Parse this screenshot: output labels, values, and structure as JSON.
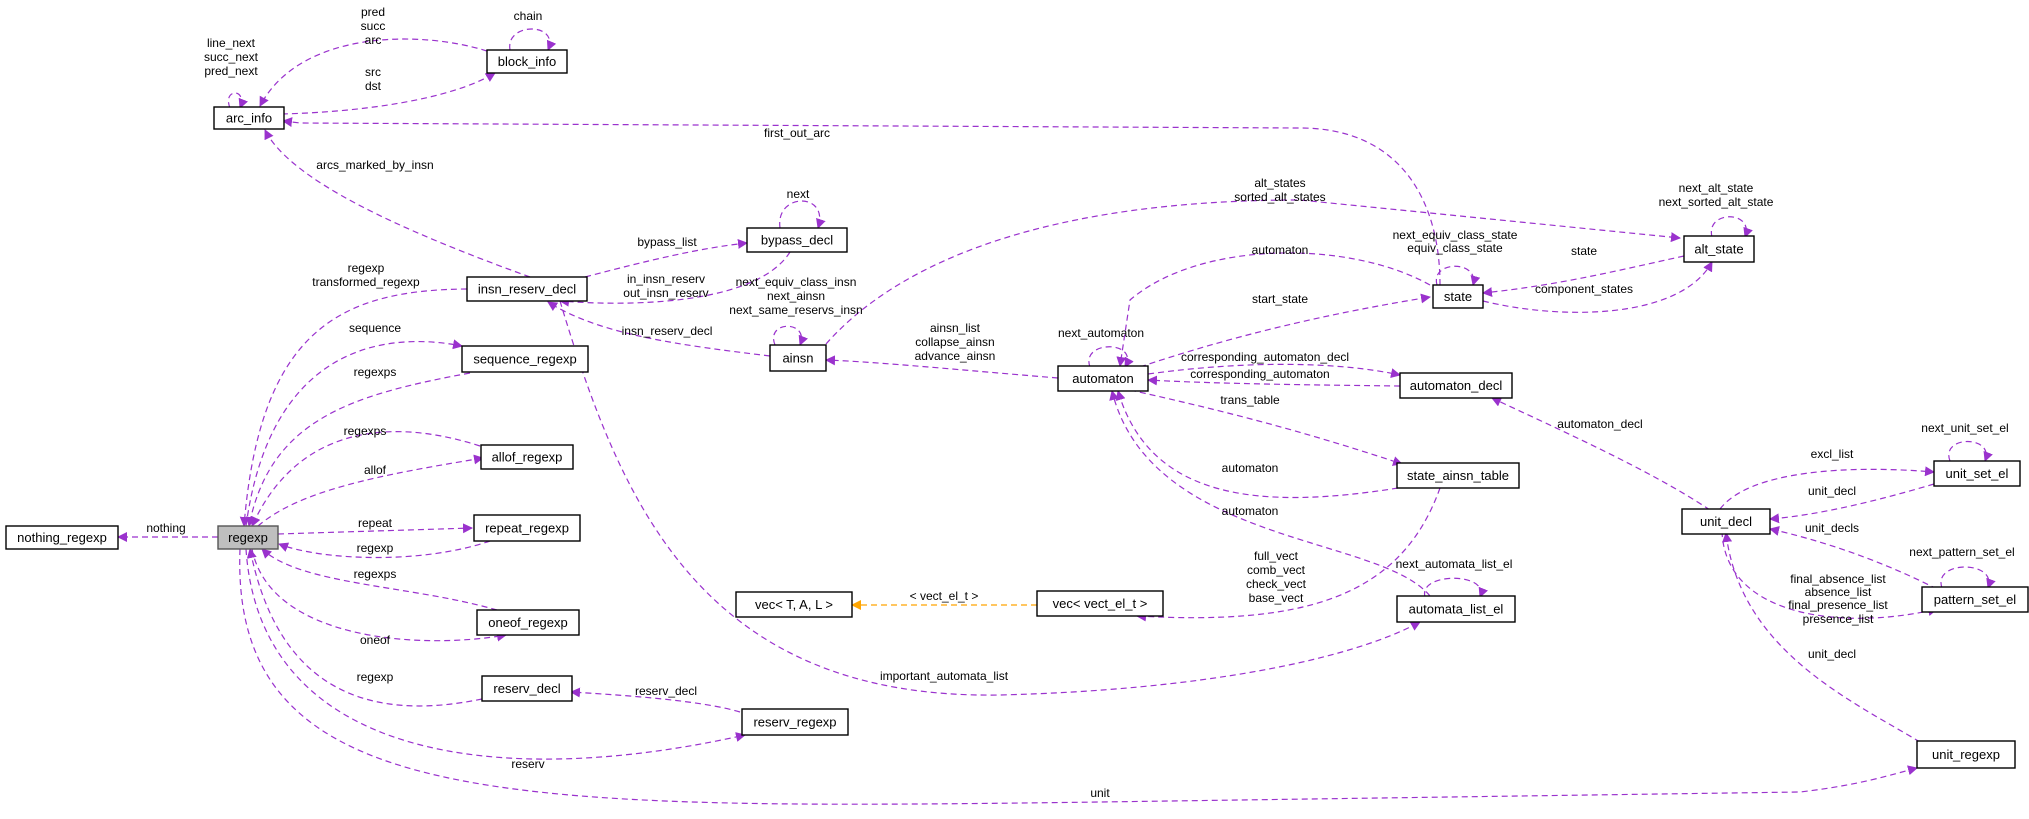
{
  "colors": {
    "usage_edge": "#9a32cd",
    "template_edge": "#ffa500",
    "focus_fill": "#bfbfbf",
    "node_fill": "#ffffff"
  },
  "nodes": {
    "nothing_regexp": "nothing_regexp",
    "regexp": "regexp",
    "arc_info": "arc_info",
    "block_info": "block_info",
    "insn_reserv_decl": "insn_reserv_decl",
    "bypass_decl": "bypass_decl",
    "sequence_regexp": "sequence_regexp",
    "allof_regexp": "allof_regexp",
    "repeat_regexp": "repeat_regexp",
    "oneof_regexp": "oneof_regexp",
    "reserv_decl": "reserv_decl",
    "reserv_regexp": "reserv_regexp",
    "ainsn": "ainsn",
    "automaton": "automaton",
    "state": "state",
    "alt_state": "alt_state",
    "automaton_decl": "automaton_decl",
    "state_ainsn_table": "state_ainsn_table",
    "automata_list_el": "automata_list_el",
    "vec_tal": "vec< T, A, L >",
    "vec_vect": "vec< vect_el_t >",
    "unit_decl": "unit_decl",
    "unit_set_el": "unit_set_el",
    "pattern_set_el": "pattern_set_el",
    "unit_regexp": "unit_regexp"
  },
  "edge_labels": {
    "nothing": "nothing",
    "arc_self": [
      "line_next",
      "succ_next",
      "pred_next"
    ],
    "block_to_arc": [
      "pred",
      "succ",
      "arc"
    ],
    "chain": "chain",
    "arc_to_block": [
      "src",
      "dst"
    ],
    "first_out_arc": "first_out_arc",
    "arcs_marked_by_insn": "arcs_marked_by_insn",
    "insn_to_regexp": [
      "regexp",
      "transformed_regexp"
    ],
    "bypass_list": "bypass_list",
    "next": "next",
    "in_out_reserv": [
      "in_insn_reserv",
      "out_insn_reserv"
    ],
    "sequence": "sequence",
    "regexps_sequence": "regexps",
    "regexps_allof": "regexps",
    "allof": "allof",
    "repeat": "repeat",
    "regexp_repeat": "regexp",
    "regexps_oneof": "regexps",
    "oneof": "oneof",
    "regexp_reserv_decl": "regexp",
    "reserv_decl": "reserv_decl",
    "reserv": "reserv",
    "unit": "unit",
    "alt_states": [
      "alt_states",
      "sorted_alt_states"
    ],
    "ainsn_self": [
      "next_equiv_class_insn",
      "next_ainsn",
      "next_same_reservs_insn"
    ],
    "insn_reserv_decl": "insn_reserv_decl",
    "automaton_to_ainsn": [
      "ainsn_list",
      "collapse_ainsn",
      "advance_ainsn"
    ],
    "next_automaton": "next_automaton",
    "state_to_automaton": "automaton",
    "start_state": "start_state",
    "state_self": [
      "next_equiv_class_state",
      "equiv_class_state"
    ],
    "alt_state_to_state": "state",
    "component_states": "component_states",
    "alt_state_self": [
      "next_alt_state",
      "next_sorted_alt_state"
    ],
    "corresponding_automaton_decl": "corresponding_automaton_decl",
    "corresponding_automaton": "corresponding_automaton",
    "trans_table": "trans_table",
    "table_to_automaton": "automaton",
    "list_el_to_automaton": "automaton",
    "vects": [
      "full_vect",
      "comb_vect",
      "check_vect",
      "base_vect"
    ],
    "next_automata_list_el": "next_automata_list_el",
    "vect_el_t": "< vect_el_t >",
    "important_automata_list": "important_automata_list",
    "automaton_decl": "automaton_decl",
    "excl_list": "excl_list",
    "unit_decl_set": "unit_decl",
    "next_unit_set_el": "next_unit_set_el",
    "unit_decls": "unit_decls",
    "next_pattern_set_el": "next_pattern_set_el",
    "pattern_lists": [
      "final_absence_list",
      "absence_list",
      "final_presence_list",
      "presence_list"
    ],
    "unit_decl_regexp": "unit_decl"
  }
}
